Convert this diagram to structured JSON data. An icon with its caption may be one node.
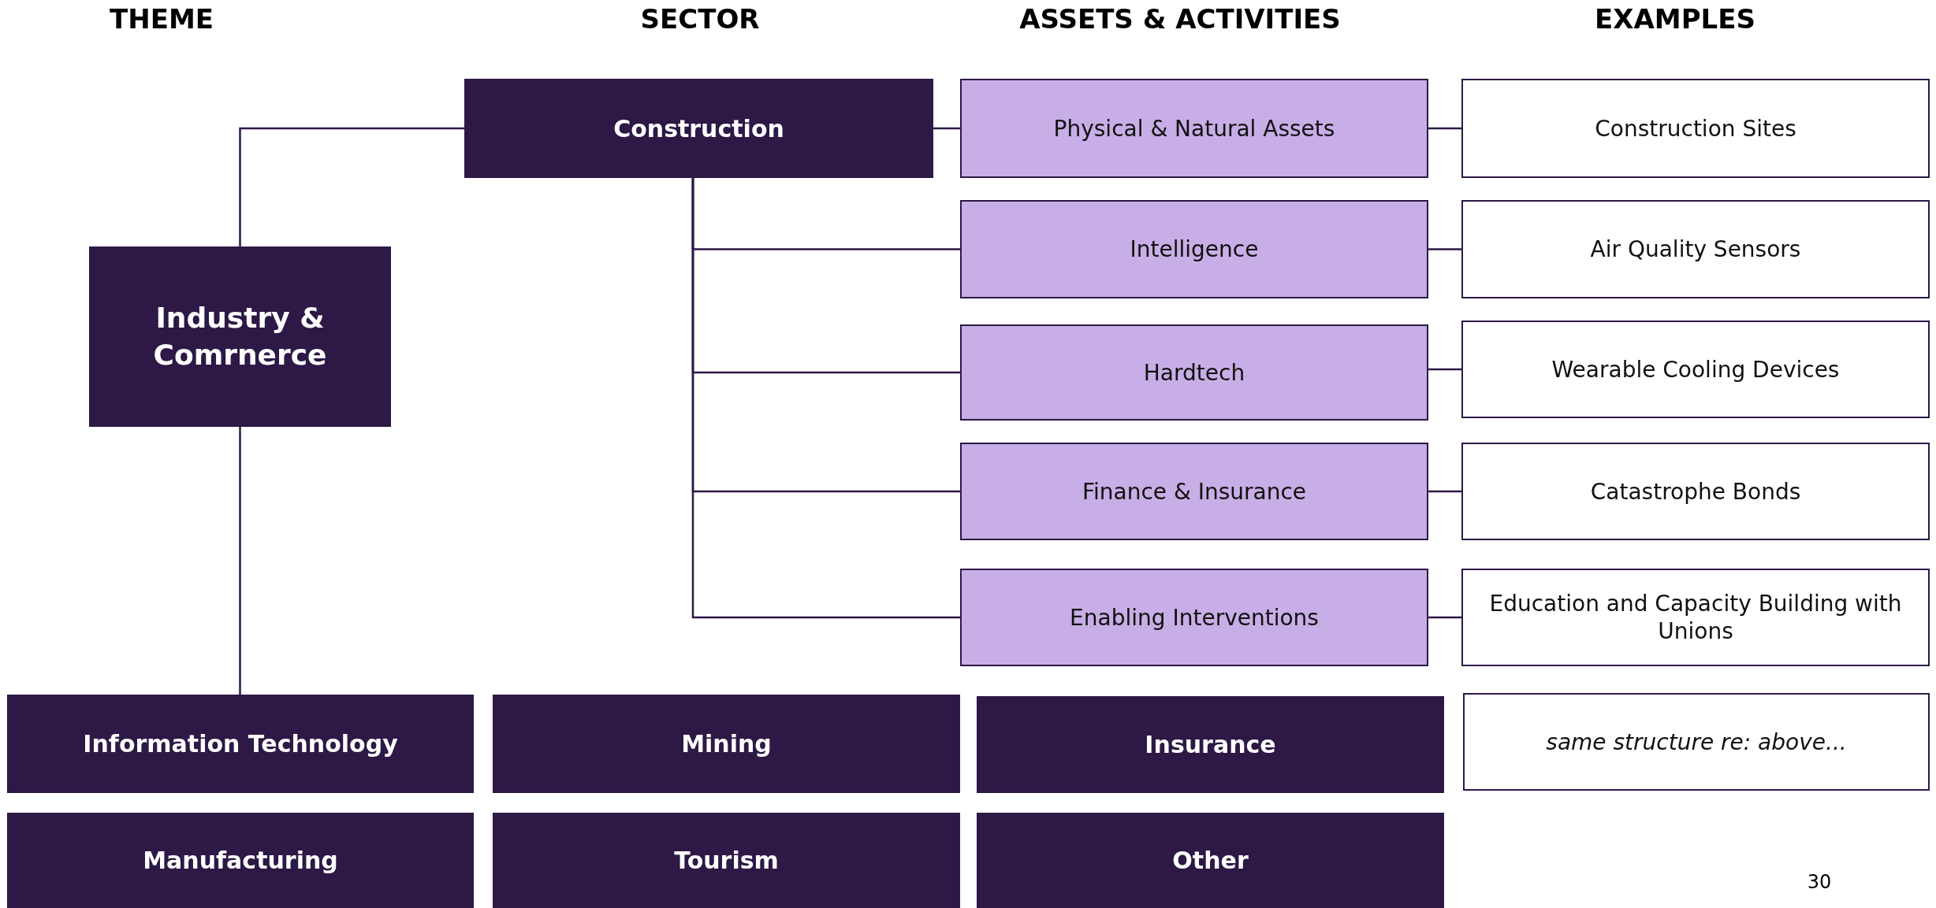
{
  "diagram": {
    "nodes": [
      {
        "text": [
          "Construction"
        ]
      },
      {
        "text": [
          "Industry & Comrnerce"
        ]
      },
      {
        "text": [
          "Physical & Natural Assets"
        ]
      },
      {
        "text": [
          "Construction Sites"
        ]
      },
      {
        "text": [
          "Intelligence"
        ]
      },
      {
        "text": [
          "Air Quality Sensors"
        ]
      },
      {
        "text": [
          "Hardtech"
        ]
      },
      {
        "text": [
          "Wearable Cooling Devices"
        ]
      },
      {
        "text": [
          "Finance & Insurance"
        ]
      },
      {
        "text": [
          "Catastrophe Bonds"
        ]
      },
      {
        "text": [
          "Enabling Interventions"
        ]
      },
      {
        "text": [
          "Education and Capacity Building with Unions"
        ]
      },
      {
        "text": [
          "Information Technology"
        ]
      },
      {
        "text": [
          "Mining"
        ]
      },
      {
        "text": [
          "Insurance"
        ]
      },
      {
        "text": [
          "same structure re: above..."
        ]
      },
      {
        "text": [
          "Manufacturing"
        ]
      },
      {
        "text": [
          "Tourism"
        ]
      },
      {
        "text": [
          "Other"
        ]
      }
    ],
    "edges": [
      {
        "from": 1,
        "to": 0,
        "arrow": "none"
      },
      {
        "from": 1,
        "to": 12,
        "arrow": "none"
      },
      {
        "from": 0,
        "to": 2,
        "arrow": "none"
      },
      {
        "from": 0,
        "to": 4,
        "arrow": "none"
      },
      {
        "from": 0,
        "to": 6,
        "arrow": "none"
      },
      {
        "from": 0,
        "to": 8,
        "arrow": "none"
      },
      {
        "from": 0,
        "to": 10,
        "arrow": "none"
      },
      {
        "from": 2,
        "to": 3,
        "arrow": "none"
      },
      {
        "from": 4,
        "to": 5,
        "arrow": "none"
      },
      {
        "from": 6,
        "to": 7,
        "arrow": "none"
      },
      {
        "from": 8,
        "to": 9,
        "arrow": "none"
      },
      {
        "from": 10,
        "to": 11,
        "arrow": "none"
      }
    ],
    "labels": [
      "THEME",
      "SECTOR",
      "ASSETS & ACTIVITIES",
      "EXAMPLES",
      "30"
    ]
  }
}
